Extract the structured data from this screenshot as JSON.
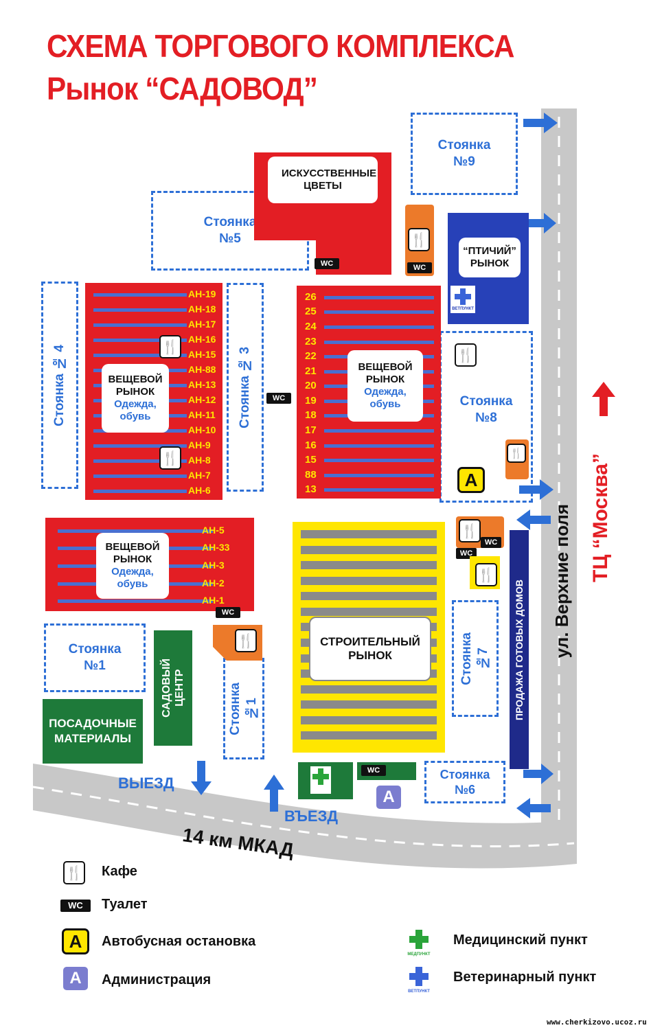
{
  "title": {
    "line1": "СХЕМА ТОРГОВОГО КОМПЛЕКСА",
    "line2": "Рынок “САДОВОД”"
  },
  "colors": {
    "red": "#e31e24",
    "blue": "#2d6fd6",
    "yellow": "#ffe600",
    "green": "#1e7a3a",
    "gray": "#c8c8c8",
    "navy": "#1f2a8a",
    "orange": "#ec7a2a"
  },
  "parking": {
    "p9": {
      "name": "Стоянка",
      "num": "№9"
    },
    "p5": {
      "name": "Стоянка",
      "num": "№5"
    },
    "p4": "Стоянка № 4",
    "p3": "Стоянка № 3",
    "p8": {
      "name": "Стоянка",
      "num": "№8"
    },
    "p1": {
      "name": "Стоянка",
      "num": "№1"
    },
    "p1v": {
      "name": "Стоянка",
      "num": "№1"
    },
    "p7": {
      "name": "Стоянка",
      "num": "№7"
    },
    "p6": {
      "name": "Стоянка",
      "num": "№6"
    }
  },
  "blocks": {
    "flowers": "ИСКУССТВЕННЫЕ ЦВЕТЫ",
    "bird": {
      "line1": "“ПТИЧИЙ”",
      "line2": "РЫНОК"
    },
    "vet_small": "ВЕТПУНКТ",
    "clothes": {
      "line1": "ВЕЩЕВОЙ",
      "line2": "РЫНОК",
      "line3": "Одежда,",
      "line4": "обувь"
    },
    "build": {
      "line1": "СТРОИТЕЛЬНЫЙ",
      "line2": "РЫНОК"
    },
    "plants": {
      "line1": "ПОСАДОЧНЫЕ",
      "line2": "МАТЕРИАЛЫ"
    },
    "garden": {
      "line1": "САДОВЫЙ",
      "line2": "ЦЕНТР"
    },
    "houses": "ПРОДАЖА ГОТОВЫХ ДОМОВ"
  },
  "rows_left": [
    "АН-19",
    "АН-18",
    "АН-17",
    "АН-16",
    "АН-15",
    "АН-88",
    "АН-13",
    "АН-12",
    "АН-11",
    "АН-10",
    "АН-9",
    "АН-8",
    "АН-7",
    "АН-6"
  ],
  "rows_mid": [
    "26",
    "25",
    "24",
    "23",
    "22",
    "21",
    "20",
    "19",
    "18",
    "17",
    "16",
    "15",
    "88",
    "13"
  ],
  "rows_low": [
    "АН-5",
    "АН-33",
    "АН-3",
    "АН-2",
    "АН-1"
  ],
  "wc": "WC",
  "bus": "A",
  "roads": {
    "exit": "ВЫЕЗД",
    "entry": "ВЪЕЗД",
    "mkad": "14 км МКАД",
    "street": "ул. Верхние поля",
    "tc": "ТЦ “Москва”"
  },
  "legend": {
    "cafe": "Кафе",
    "wc": "Туалет",
    "bus": "Автобусная остановка",
    "admin": "Администрация",
    "medical": "Медицинский пункт",
    "vet": "Ветеринарный пункт",
    "med_small": "МЕДПУНКТ",
    "vet_small": "ВЕТПУНКТ"
  },
  "footer": "www.cherkizovo.ucoz.ru"
}
